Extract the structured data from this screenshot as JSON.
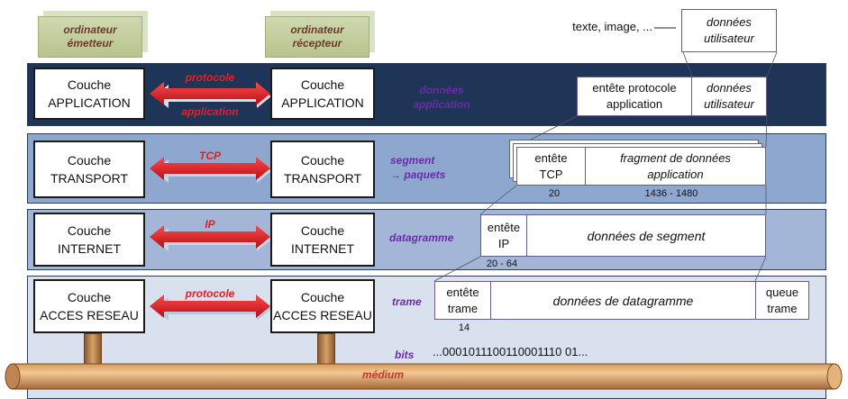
{
  "computers": {
    "sender": {
      "line1": "ordinateur",
      "line2": "émetteur"
    },
    "receiver": {
      "line1": "ordinateur",
      "line2": "récepteur"
    }
  },
  "layers": [
    {
      "top": "Couche",
      "bottom": "APPLICATION",
      "protocol_line1": "protocole",
      "protocol_line2": "application",
      "pdu_line1": "données",
      "pdu_line2": "application"
    },
    {
      "top": "Couche",
      "bottom": "TRANSPORT",
      "protocol_line1": "TCP",
      "pdu_line1": "segment",
      "pdu_line2": "→ paquets"
    },
    {
      "top": "Couche",
      "bottom": "INTERNET",
      "protocol_line1": "IP",
      "pdu_line1": "datagramme"
    },
    {
      "top": "Couche",
      "bottom": "ACCES RESEAU",
      "protocol_line1": "protocole",
      "pdu_line1": "trame",
      "pdu_line2": "bits"
    }
  ],
  "encapsulation": {
    "user_data_label": "texte, image, ...",
    "user_data": {
      "line1": "données",
      "line2": "utilisateur"
    },
    "application": {
      "header": {
        "line1": "entête protocole",
        "line2": "application"
      },
      "data": {
        "line1": "données",
        "line2": "utilisateur"
      }
    },
    "transport": {
      "header": {
        "line1": "entête",
        "line2": "TCP"
      },
      "data": {
        "line1": "fragment de données",
        "line2": "application"
      },
      "header_size": "20",
      "data_size": "1436 - 1480"
    },
    "internet": {
      "header": {
        "line1": "entête",
        "line2": "IP"
      },
      "data": "données de segment",
      "header_size": "20 - 64"
    },
    "network": {
      "header": {
        "line1": "entête",
        "line2": "trame"
      },
      "data": "données de datagramme",
      "trailer": {
        "line1": "queue",
        "line2": "trame"
      },
      "header_size": "14"
    },
    "bits": "...0001011100110001110 01..."
  },
  "medium": "médium",
  "colors": {
    "application_band": "#1e3557",
    "transport_band": "#8ea7cf",
    "internet_band": "#a3b6d8",
    "network_band": "#d9e1ef",
    "protocol_arrow": "#e0202a",
    "pdu_label": "#6a2ba8",
    "medium_label": "#c0392b",
    "computer": "#c3cd9c"
  }
}
